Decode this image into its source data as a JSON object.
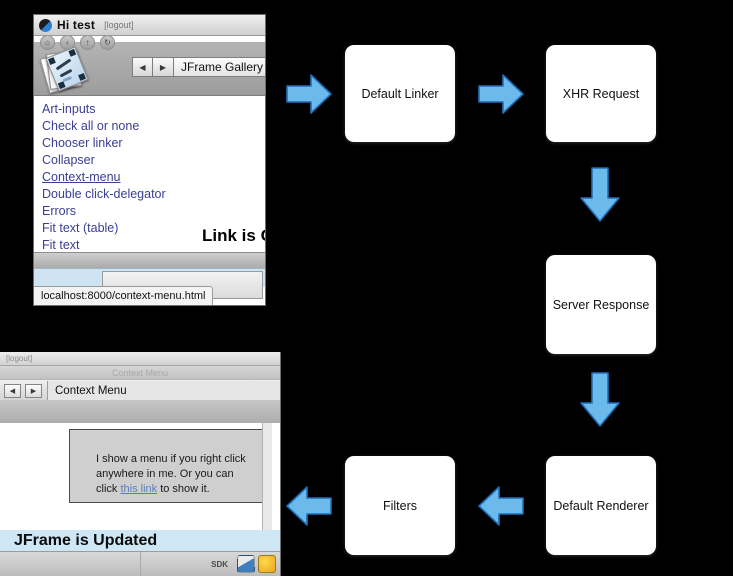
{
  "background_color": "#000000",
  "top_window": {
    "title": "Hi test",
    "logout_label": "[logout]",
    "logo_icon": "circle-logo-icon",
    "toolbar_buttons": [
      "home-button",
      "back-button",
      "up-button",
      "refresh-button"
    ],
    "gallery_icon": "photo-stack-icon",
    "nav": {
      "back_label": "◀",
      "forward_label": "▶"
    },
    "address_value": "JFrame Gallery",
    "links": [
      {
        "label": "Art-inputs",
        "active": false
      },
      {
        "label": "Check all or none",
        "active": false
      },
      {
        "label": "Chooser linker",
        "active": false
      },
      {
        "label": "Collapser",
        "active": false
      },
      {
        "label": "Context-menu",
        "active": true
      },
      {
        "label": "Double click-delegator",
        "active": false
      },
      {
        "label": "Errors",
        "active": false
      },
      {
        "label": "Fit text (table)",
        "active": false
      },
      {
        "label": "Fit text",
        "active": false
      }
    ],
    "click_message": "Link is Click",
    "status_url": "localhost:8000/context-menu.html"
  },
  "bottom_window": {
    "logout_label": "[logout]",
    "ghost_title": "Context Menu",
    "nav": {
      "back_label": "◀",
      "forward_label": "▶"
    },
    "address_value": "Context Menu",
    "context_box": {
      "text_before": "I show a menu if you right click anywhere in me. Or you can click ",
      "link_text": "this link",
      "text_after": " to show it."
    },
    "status_message": "JFrame is Updated",
    "dock": {
      "sdk_label": "SDK",
      "icons": [
        "browser-app-icon",
        "swirl-app-icon"
      ]
    }
  },
  "flowchart": {
    "arrow_fill": "#6cb9ec",
    "arrow_stroke": "#1f6fb8",
    "box_fill": "#ffffff",
    "nodes": [
      {
        "id": "linker",
        "label": "Default Linker"
      },
      {
        "id": "xhr",
        "label": "XHR Request"
      },
      {
        "id": "server",
        "label": "Server Response"
      },
      {
        "id": "renderer",
        "label": "Default Renderer"
      },
      {
        "id": "filters",
        "label": "Filters"
      }
    ],
    "edges": [
      {
        "from": "linker",
        "to": "xhr",
        "direction": "right"
      },
      {
        "from": "xhr",
        "to": "server",
        "direction": "down"
      },
      {
        "from": "server",
        "to": "renderer",
        "direction": "down"
      },
      {
        "from": "renderer",
        "to": "filters",
        "direction": "left"
      }
    ]
  }
}
